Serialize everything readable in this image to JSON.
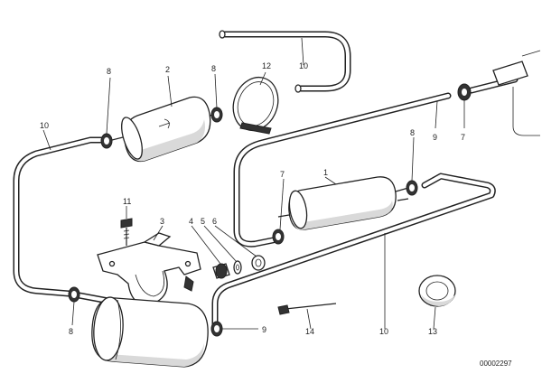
{
  "diagram": {
    "drawing_code": "00002297",
    "parts": [
      {
        "id": "1",
        "label": "1"
      },
      {
        "id": "2",
        "label": "2"
      },
      {
        "id": "3",
        "label": "3"
      },
      {
        "id": "4",
        "label": "4"
      },
      {
        "id": "5",
        "label": "5"
      },
      {
        "id": "6",
        "label": "6"
      },
      {
        "id": "7",
        "label": "7"
      },
      {
        "id": "8",
        "label": "8"
      },
      {
        "id": "9",
        "label": "9"
      },
      {
        "id": "10",
        "label": "10"
      },
      {
        "id": "11",
        "label": "11"
      },
      {
        "id": "12",
        "label": "12"
      },
      {
        "id": "13",
        "label": "13"
      },
      {
        "id": "14",
        "label": "14"
      }
    ]
  }
}
